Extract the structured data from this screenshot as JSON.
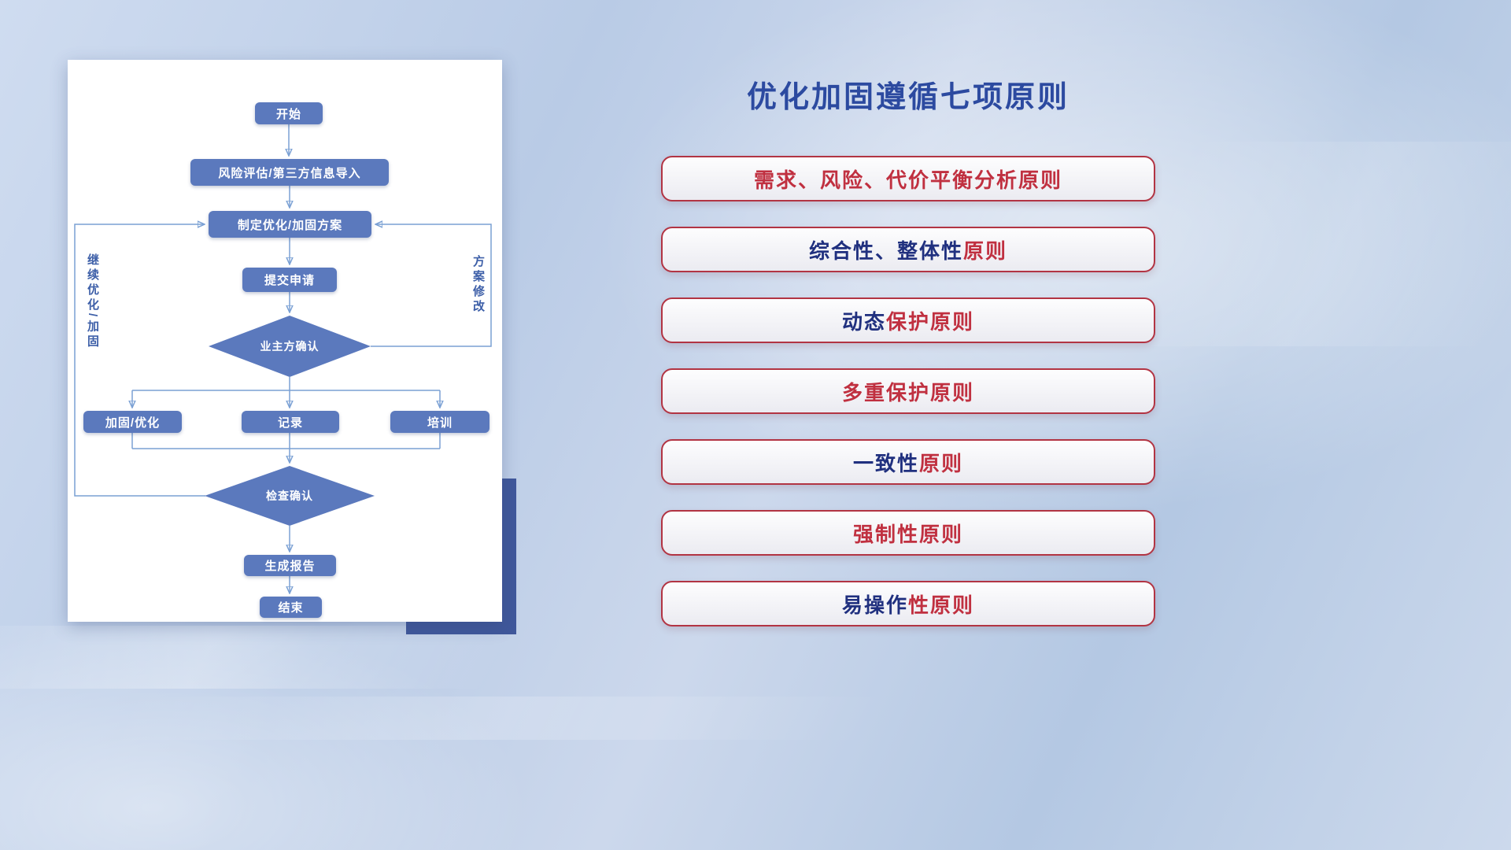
{
  "slide": {
    "title": "优化加固遵循七项原则"
  },
  "flowchart": {
    "nodes": {
      "start": "开始",
      "risk_import": "风险评估/第三方信息导入",
      "make_plan": "制定优化/加固方案",
      "submit": "提交申请",
      "owner_confirm": "业主方确认",
      "harden_optimize": "加固/优化",
      "record": "记录",
      "training": "培训",
      "check_confirm": "检查确认",
      "generate_report": "生成报告",
      "end": "结束"
    },
    "edge_labels": {
      "left_loop": "继续优化/加固",
      "right_loop": "方案修改"
    }
  },
  "principles": [
    {
      "blue": "",
      "red": "需求、风险、代价平衡分析原则"
    },
    {
      "blue": "综合性、整体性",
      "red": "原则"
    },
    {
      "blue": "动态",
      "red": "保护原则"
    },
    {
      "blue": "",
      "red": "多重保护原则"
    },
    {
      "blue": "一致性",
      "red": "原则"
    },
    {
      "blue": "",
      "red": "强制性原则"
    },
    {
      "blue": "易操作",
      "red": "性原则"
    }
  ],
  "colors": {
    "title": "#2c4aa0",
    "flow_node_fill": "#5b79bd",
    "flow_connector": "#7aa0d4",
    "flow_label": "#3d5fa8",
    "principle_border": "#b23443",
    "principle_red": "#c03040",
    "principle_blue": "#20307f",
    "shadow_block": "#40589b",
    "card_background": "#ffffff"
  }
}
